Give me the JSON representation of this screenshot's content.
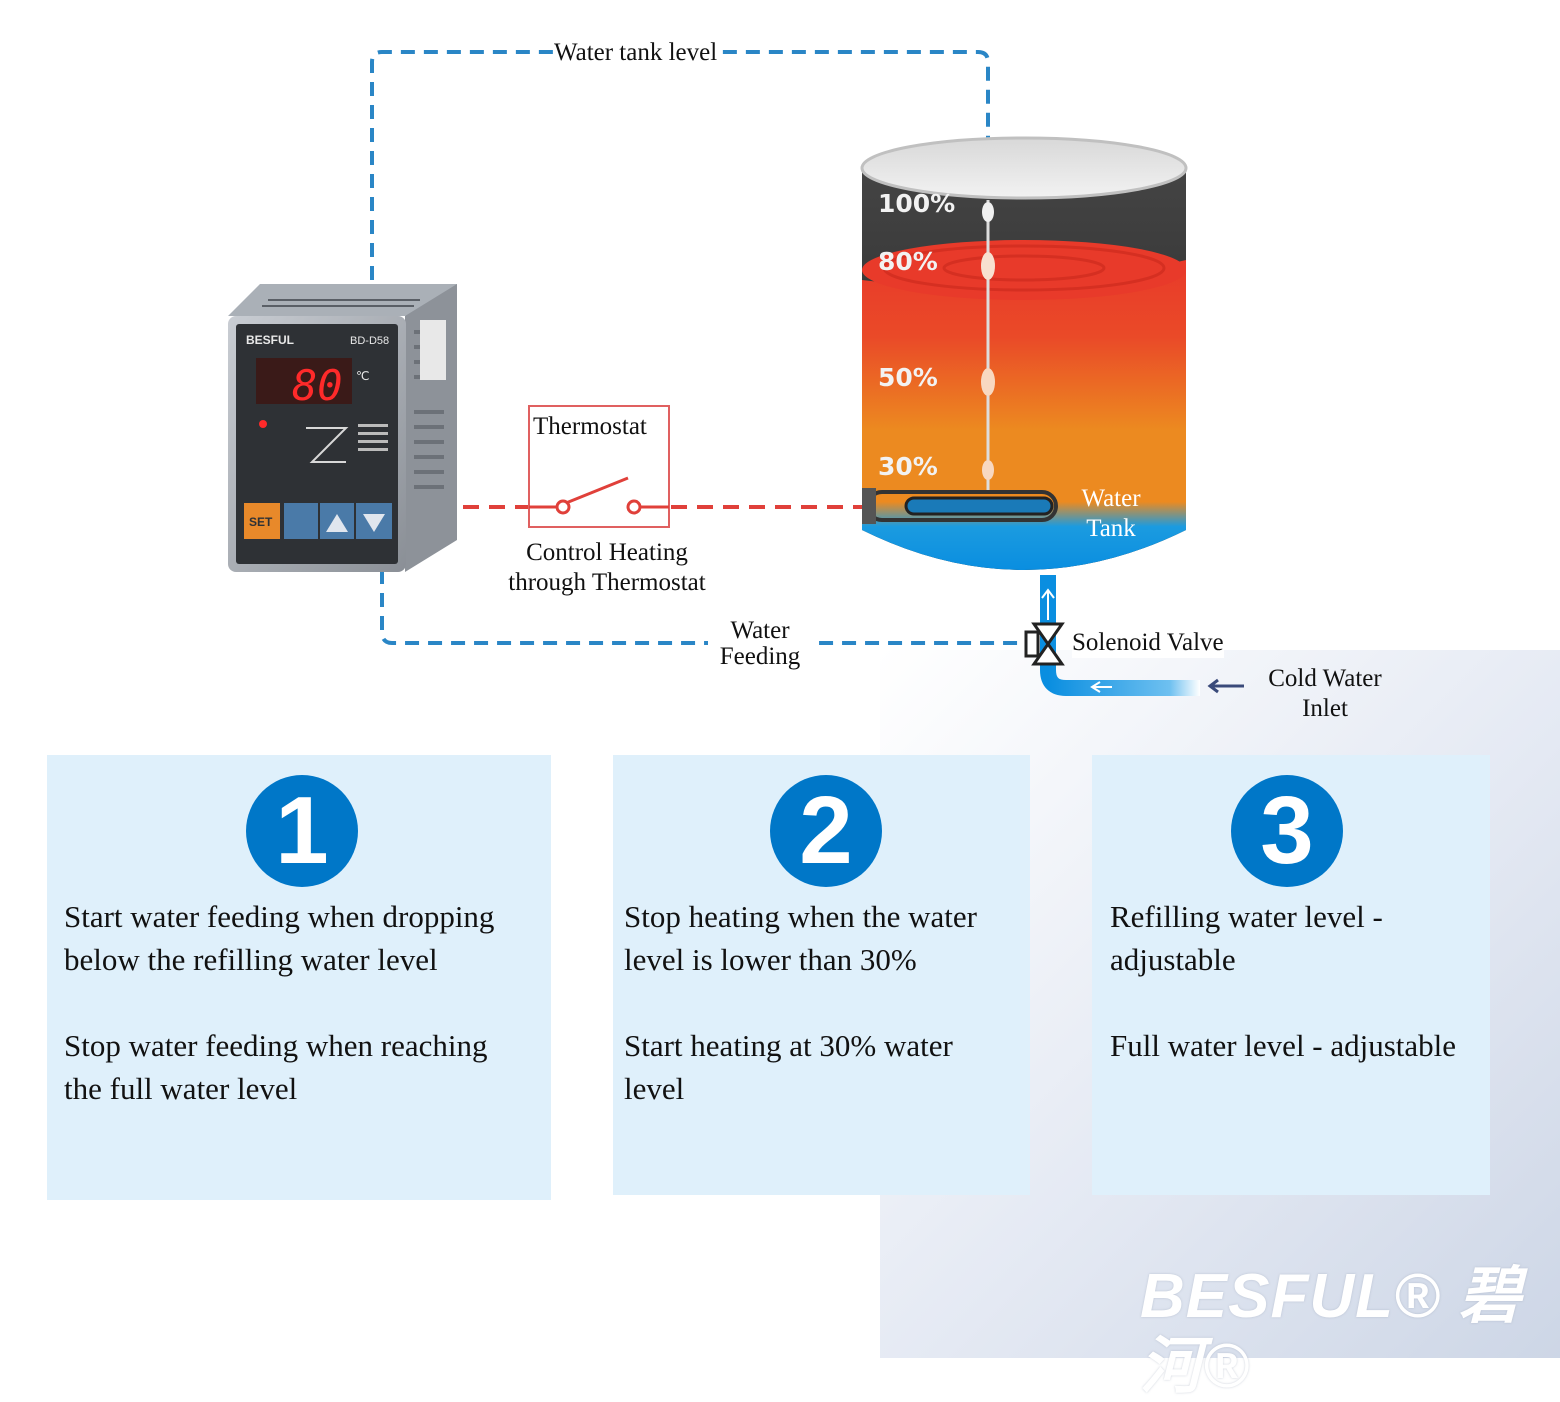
{
  "diagram": {
    "label_tank_level": "Water tank level",
    "label_thermostat": "Thermostat",
    "label_control_heating": "Control Heating\nthrough Thermostat",
    "label_water_tank": "Water\nTank",
    "label_water_feeding": "Water\nFeeding",
    "label_solenoid_valve": "Solenoid Valve",
    "label_cold_water_inlet": "Cold Water\nInlet",
    "level_marks": [
      "100%",
      "80%",
      "50%",
      "30%"
    ],
    "controller": {
      "brand": "BESFUL",
      "model": "BD-D58",
      "display_value": "80",
      "display_unit": "℃",
      "button_set": "SET"
    },
    "colors": {
      "dashed_blue": "#2a86c6",
      "dashed_red": "#e0403a",
      "water_blue": "#0a8ee0",
      "hot_red": "#ec3a2a",
      "hot_orange": "#ec8a20",
      "badge_blue": "#0077c8"
    }
  },
  "cards": [
    {
      "number": "1",
      "text": "Start water feeding when dropping\nbelow the refilling water level\n\nStop water feeding when reaching\nthe full water level"
    },
    {
      "number": "2",
      "text": "Stop heating when the water\nlevel is lower than 30%\n\nStart heating at 30% water\nlevel"
    },
    {
      "number": "3",
      "text": "Refilling water level -\nadjustable\n\nFull water level - adjustable"
    }
  ],
  "brand_logo": "BESFUL® 碧河®"
}
